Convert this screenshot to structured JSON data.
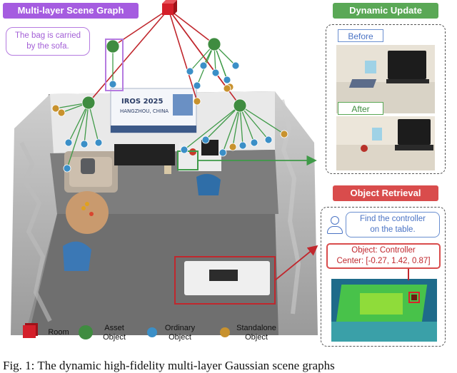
{
  "colors": {
    "purple": "#a55ce0",
    "green": "#5aa856",
    "red": "#d94c4c",
    "room": "#d41f2a",
    "asset": "#3f8c40",
    "ordinary": "#3b8fc7",
    "standalone": "#c8922e"
  },
  "labels": {
    "scene_graph": "Multi-layer Scene Graph",
    "dynamic_update": "Dynamic Update",
    "object_retrieval": "Object Retrieval",
    "before": "Before",
    "after": "After",
    "bag_note_line1": "The bag is carried",
    "bag_note_line2": "by the sofa.",
    "query_line1": "Find the controller",
    "query_line2": "on the table.",
    "result_line1": "Object: Controller",
    "result_line2": "Center: [-0.27, 1.42, 0.87]",
    "poster_line1": "IROS 2025",
    "poster_line2": "HANGZHOU, CHINA"
  },
  "legend": [
    {
      "kind": "room",
      "line1": "Room",
      "line2": ""
    },
    {
      "kind": "asset",
      "line1": "Asset",
      "line2": "Object"
    },
    {
      "kind": "ordinary",
      "line1": "Ordinary",
      "line2": "Object"
    },
    {
      "kind": "standalone",
      "line1": "Standalone",
      "line2": "Object"
    }
  ],
  "caption": "Fig. 1: The dynamic high-fidelity multi-layer Gaussian scene graphs"
}
